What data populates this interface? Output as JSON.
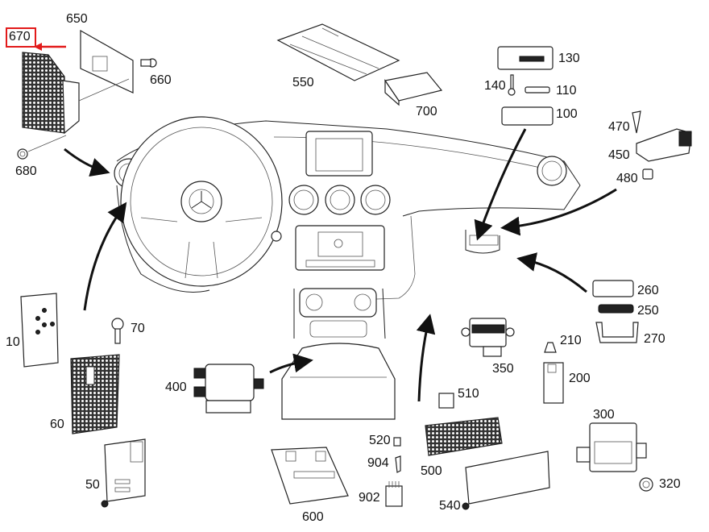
{
  "diagram": {
    "title": "Dashboard control units exploded view",
    "highlight_color": "#e21a1a",
    "highlighted_part": "670",
    "parts": [
      {
        "id": "670",
        "name": "part-670"
      },
      {
        "id": "650",
        "name": "part-650"
      },
      {
        "id": "660",
        "name": "part-660"
      },
      {
        "id": "680",
        "name": "part-680"
      },
      {
        "id": "550",
        "name": "part-550"
      },
      {
        "id": "700",
        "name": "part-700"
      },
      {
        "id": "130",
        "name": "part-130"
      },
      {
        "id": "140",
        "name": "part-140"
      },
      {
        "id": "110",
        "name": "part-110"
      },
      {
        "id": "100",
        "name": "part-100"
      },
      {
        "id": "470",
        "name": "part-470"
      },
      {
        "id": "450",
        "name": "part-450"
      },
      {
        "id": "480",
        "name": "part-480"
      },
      {
        "id": "260",
        "name": "part-260"
      },
      {
        "id": "250",
        "name": "part-250"
      },
      {
        "id": "270",
        "name": "part-270"
      },
      {
        "id": "210",
        "name": "part-210"
      },
      {
        "id": "350",
        "name": "part-350"
      },
      {
        "id": "200",
        "name": "part-200"
      },
      {
        "id": "300",
        "name": "part-300"
      },
      {
        "id": "320",
        "name": "part-320"
      },
      {
        "id": "510",
        "name": "part-510"
      },
      {
        "id": "500",
        "name": "part-500"
      },
      {
        "id": "540",
        "name": "part-540"
      },
      {
        "id": "520",
        "name": "part-520"
      },
      {
        "id": "904",
        "name": "part-904"
      },
      {
        "id": "902",
        "name": "part-902"
      },
      {
        "id": "600",
        "name": "part-600"
      },
      {
        "id": "400",
        "name": "part-400"
      },
      {
        "id": "10",
        "name": "part-10"
      },
      {
        "id": "70",
        "name": "part-70"
      },
      {
        "id": "60",
        "name": "part-60"
      },
      {
        "id": "50",
        "name": "part-50"
      }
    ]
  }
}
